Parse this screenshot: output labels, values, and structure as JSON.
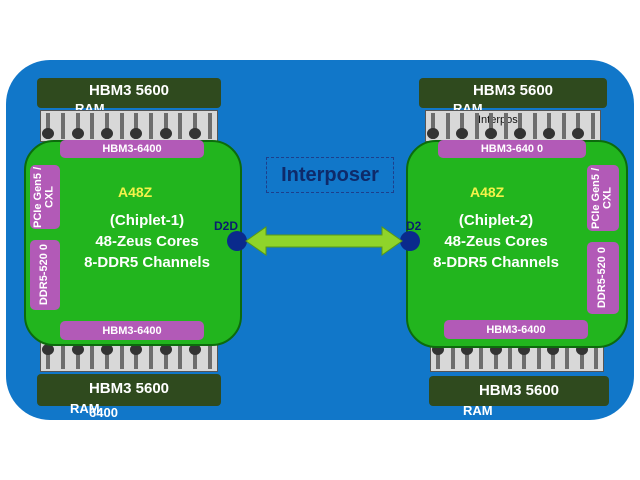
{
  "interposer_label": "Interposer",
  "chiplet1": {
    "name": "A48Z",
    "title": "(Chiplet-1)",
    "cores": "48-Zeus Cores",
    "ddr": "8-DDR5 Channels",
    "hbm_top_pad": "HBM3-6400",
    "hbm_bottom_pad": "HBM3-6400",
    "pcie_pad": "PCIe Gen5 / CXL",
    "ddr_pad": "DDR5-520 0",
    "d2d_label": "D2D"
  },
  "chiplet2": {
    "name": "A48Z",
    "title": "(Chiplet-2)",
    "cores": "48-Zeus Cores",
    "ddr": "8-DDR5 Channels",
    "hbm_top_pad": "HBM3-640 0",
    "hbm_bottom_pad": "HBM3-6400",
    "pcie_pad": "PCIe Gen5 / CXL",
    "ddr_pad": "DDR5-520 0",
    "d2d_label": "D2",
    "interpos_fragment": "Interpos"
  },
  "hbm": {
    "top_left": {
      "label": "HBM3 5600",
      "sub": "RAM"
    },
    "top_right": {
      "label": "HBM3 5600",
      "sub": "RAM"
    },
    "bottom_left": {
      "label": "HBM3 5600",
      "sub": "RAM",
      "sub2": "6400"
    },
    "bottom_right": {
      "label": "HBM3 5600",
      "sub": "RAM"
    }
  },
  "colors": {
    "board": "#1177c9",
    "chiplet": "#22b51e",
    "pad": "#b25ab7",
    "hbm": "#2f4a1e",
    "link": "#8fd42a"
  }
}
